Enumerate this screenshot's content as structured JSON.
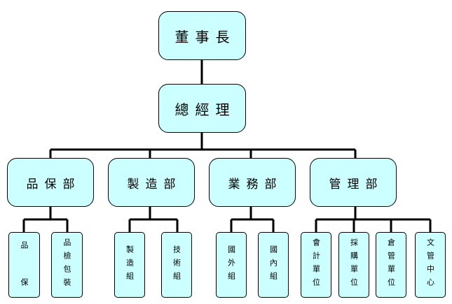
{
  "chairman": "董事長",
  "general_manager": "總經理",
  "departments": [
    {
      "name": "品保部"
    },
    {
      "name": "製造部"
    },
    {
      "name": "業務部"
    },
    {
      "name": "管理部"
    }
  ],
  "qa_units": {
    "qa_top": "品",
    "qa_bottom": "保",
    "inspection_packing": "品檢包裝"
  },
  "manufacturing_units": {
    "production_team": "製造組",
    "technical_team": "技術組"
  },
  "sales_units": {
    "international_team": "國外組",
    "domestic_team": "國內組"
  },
  "admin_units": {
    "accounting_unit": "會計單位",
    "purchasing_unit": "採購單位",
    "warehouse_unit": "倉管單位",
    "document_center": "文管中心"
  }
}
